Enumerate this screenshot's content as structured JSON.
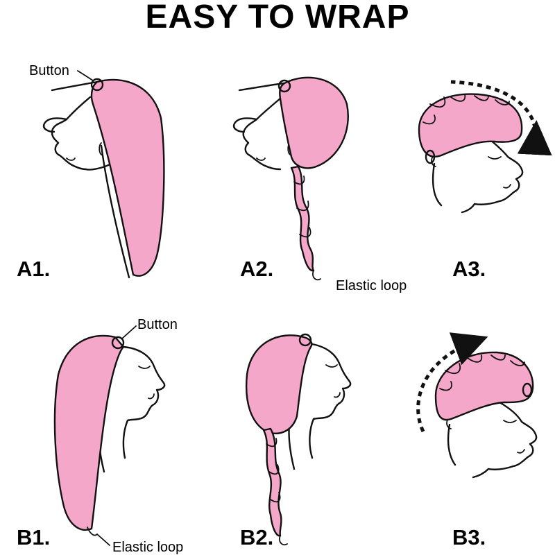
{
  "title": "EASY TO WRAP",
  "colors": {
    "towel_pink": "#F4A7C8",
    "ink": "#111111",
    "background": "#FFFFFF"
  },
  "steps": [
    {
      "id": "a1",
      "label": "A1.",
      "callout": "Button"
    },
    {
      "id": "a2",
      "label": "A2.",
      "callout": "Elastic loop"
    },
    {
      "id": "a3",
      "label": "A3."
    },
    {
      "id": "b1",
      "label": "B1.",
      "callout_top": "Button",
      "callout_bottom": "Elastic loop"
    },
    {
      "id": "b2",
      "label": "B2."
    },
    {
      "id": "b3",
      "label": "B3."
    }
  ]
}
